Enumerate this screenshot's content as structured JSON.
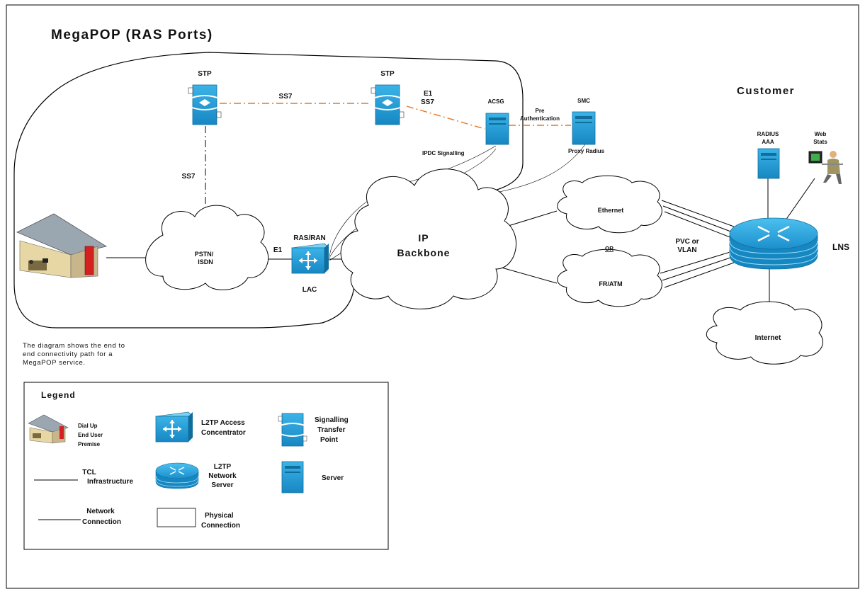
{
  "title": "MegaPOP (RAS Ports)",
  "customer_title": "Customer",
  "nodes": {
    "stp_left": "STP",
    "stp_right": "STP",
    "acsg": "ACSG",
    "smc": "SMC",
    "ras_ran": "RAS/RAN",
    "lac": "LAC",
    "lns": "LNS",
    "radius_line1": "RADIUS",
    "radius_line2": "AAA",
    "web_line1": "Web",
    "web_line2": "Stats"
  },
  "clouds": {
    "pstn_line1": "PSTN/",
    "pstn_line2": "ISDN",
    "ip_line1": "IP",
    "ip_line2": "Backbone",
    "ethernet": "Ethernet",
    "fratm": "FR/ATM",
    "internet": "Internet"
  },
  "links": {
    "ss7_top": "SS7",
    "ss7_vertical": "SS7",
    "e1_stp": "E1",
    "ss7_stp": "SS7",
    "pre_line1": "Pre",
    "pre_line2": "Authentication",
    "ipdc": "IPDC Signalling",
    "proxy": "Proxy Radius",
    "e1_lac": "E1",
    "or": "OR",
    "pvc_line1": "PVC or",
    "pvc_line2": "VLAN"
  },
  "note": {
    "line1": "The diagram shows the end to",
    "line2": "end connectivity path for a",
    "line3": "MegaPOP service."
  },
  "legend": {
    "title": "Legend",
    "dialup": [
      "Dial Up",
      "End User",
      "Premise"
    ],
    "lac": [
      "L2TP Access",
      "Concentrator"
    ],
    "stp": [
      "Signalling",
      "Transfer",
      "Point"
    ],
    "tcl": [
      "TCL",
      "Infrastructure"
    ],
    "lns": [
      "L2TP",
      "Network",
      "Server"
    ],
    "server": "Server",
    "network": [
      "Network",
      "Connection"
    ],
    "physical": [
      "Physical",
      "Connection"
    ]
  },
  "colors": {
    "device_blue": "#1e9bd7",
    "device_dark": "#0f6e9c",
    "signalling_line": "#e8761e",
    "line": "#000000"
  }
}
